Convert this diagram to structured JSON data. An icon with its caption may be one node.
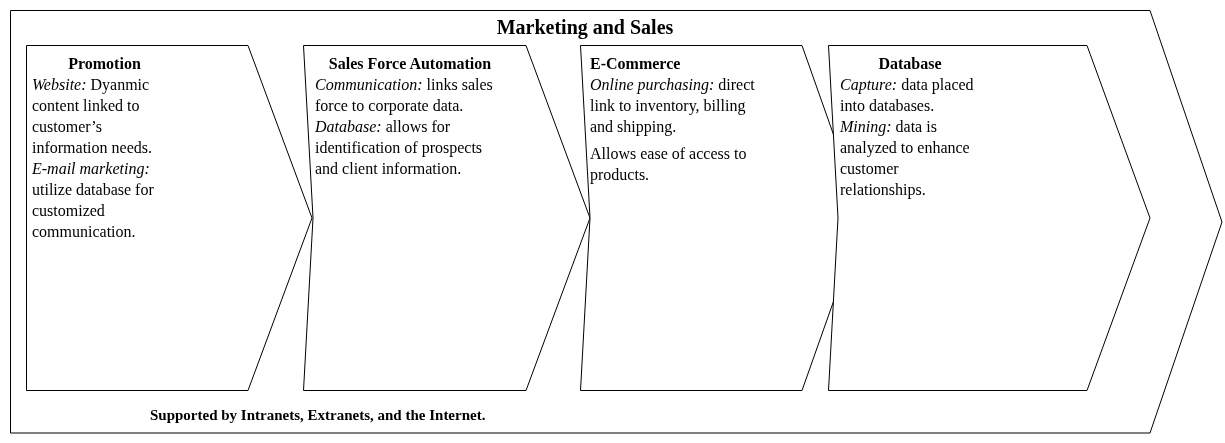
{
  "diagram": {
    "nodes": [
      {
        "text": [
          "Marketing and Sales",
          "Supported by Intranets, Extranets, and the Internet."
        ]
      },
      {
        "text": [
          "Promotion",
          "*Website:* Dyanmic content linked to customer’s information needs.",
          "*E-mail marketing:* utilize database for customized communication."
        ],
        "in": 0
      },
      {
        "text": [
          "Sales Force Automation",
          "*Communication:* links sales force to corporate data.",
          "*Database:* allows for identification of prospects and client information."
        ],
        "in": 0
      },
      {
        "text": [
          "E-Commerce",
          "*Online purchasing:* direct link to inventory, billing and shipping.",
          "Allows ease of access to products."
        ],
        "in": 0
      },
      {
        "text": [
          "Database",
          "*Capture:* data placed into databases.",
          "*Mining:* data is analyzed to enhance customer relationships."
        ],
        "in": 0
      }
    ],
    "edges": []
  }
}
